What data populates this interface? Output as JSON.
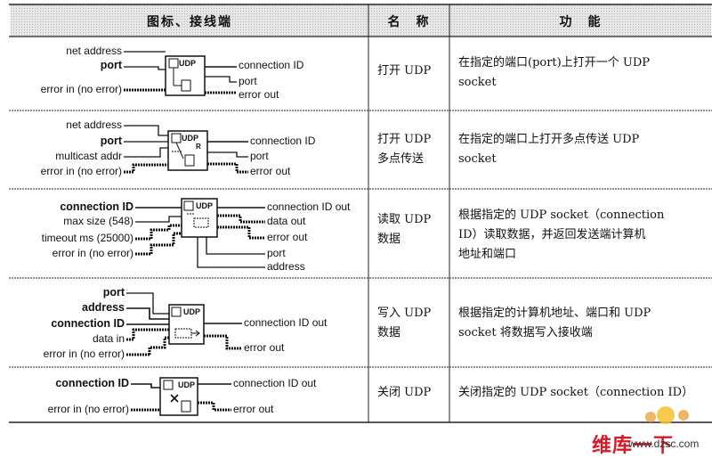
{
  "header": {
    "col1": "图标、接线端",
    "col2": "名　称",
    "col3": "功　能"
  },
  "rows": [
    {
      "name_lines": [
        "打开 UDP"
      ],
      "function_lines": [
        "在指定的端口(port)上打开一个 UDP",
        "socket"
      ],
      "icon_text": "UDP",
      "left_terminals": [
        "net address",
        "port",
        "error in (no error)"
      ],
      "right_terminals": [
        "connection ID",
        "port",
        "error out"
      ]
    },
    {
      "name_lines": [
        "打开 UDP",
        "多点传送"
      ],
      "function_lines": [
        "在指定的端口上打开多点传送 UDP",
        "socket"
      ],
      "icon_text": "UDP",
      "icon_badge": "R",
      "left_terminals": [
        "net address",
        "port",
        "multicast addr",
        "error in (no error)"
      ],
      "right_terminals": [
        "connection ID",
        "port",
        "error out"
      ]
    },
    {
      "name_lines": [
        "读取 UDP",
        "数据"
      ],
      "function_lines": [
        "根据指定的 UDP socket（connection",
        "ID）读取数据，并返回发送端计算机",
        "地址和端口"
      ],
      "icon_text": "UDP",
      "left_terminals": [
        "connection ID",
        "max size (548)",
        "timeout ms (25000)",
        "error in (no error)"
      ],
      "right_terminals": [
        "connection ID out",
        "data out",
        "error out",
        "port",
        "address"
      ]
    },
    {
      "name_lines": [
        "写入 UDP",
        "数据"
      ],
      "function_lines": [
        "根据指定的计算机地址、端口和 UDP",
        "socket 将数据写入接收端"
      ],
      "icon_text": "UDP",
      "left_terminals": [
        "port",
        "address",
        "connection ID",
        "data in",
        "error in (no error)"
      ],
      "right_terminals": [
        "connection ID out",
        "error out"
      ]
    },
    {
      "name_lines": [
        "关闭 UDP"
      ],
      "function_lines": [
        "关闭指定的 UDP socket（connection ID）"
      ],
      "icon_text": "UDP",
      "left_terminals": [
        "connection ID",
        "error in (no error)"
      ],
      "right_terminals": [
        "connection ID out",
        "error out"
      ]
    }
  ],
  "watermark": {
    "brand": "维库一下",
    "url": "www.dzsc.com"
  },
  "colors": {
    "header_bg": "#dcdcdc",
    "rule": "#222222",
    "watermark_red": "#d8192a"
  }
}
